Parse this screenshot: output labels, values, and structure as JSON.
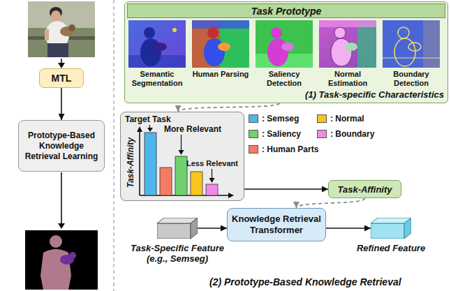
{
  "diagram": {
    "nodes": [
      {
        "text": [
          "MTL"
        ]
      },
      {
        "text": [
          "Prototype-Based Knowledge Retrieval Learning"
        ]
      },
      {
        "text": [
          "Task Prototype"
        ]
      },
      {
        "text": [
          "Target Task",
          "More Relevant",
          "Less Relevant",
          "Task-Affinity"
        ]
      },
      {
        "text": [
          "Task-Affinity"
        ]
      },
      {
        "text": [
          "Task-Specific Feature (e.g., Semseg)"
        ]
      },
      {
        "text": [
          "Knowledge Retrieval Transformer"
        ]
      },
      {
        "text": [
          "Refined Feature"
        ]
      }
    ],
    "edges": [
      {
        "from": 0,
        "to": 1,
        "arrow": "to"
      },
      {
        "from": 2,
        "to": 3,
        "arrow": "to"
      },
      {
        "from": 3,
        "to": 4,
        "arrow": "to"
      },
      {
        "from": 4,
        "to": 6,
        "arrow": "to"
      },
      {
        "from": 5,
        "to": 6,
        "arrow": "to"
      },
      {
        "from": 6,
        "to": 7,
        "arrow": "to"
      }
    ],
    "labels": [
      "Semantic Segmentation",
      "Human Parsing",
      "Saliency Detection",
      "Normal Estimation",
      "Boundary Detection",
      "(1) Task-specific Characteristics",
      "(2) Prototype-Based Knowledge Retrieval"
    ],
    "legend": [
      {
        "text": ": Semseg",
        "color": "#4db6ec"
      },
      {
        "text": ": Saliency",
        "color": "#6fd26f"
      },
      {
        "text": ": Human Parts",
        "color": "#f47c62"
      },
      {
        "text": ": Normal",
        "color": "#f7c61c"
      },
      {
        "text": ": Boundary",
        "color": "#f08ae8"
      }
    ]
  }
}
